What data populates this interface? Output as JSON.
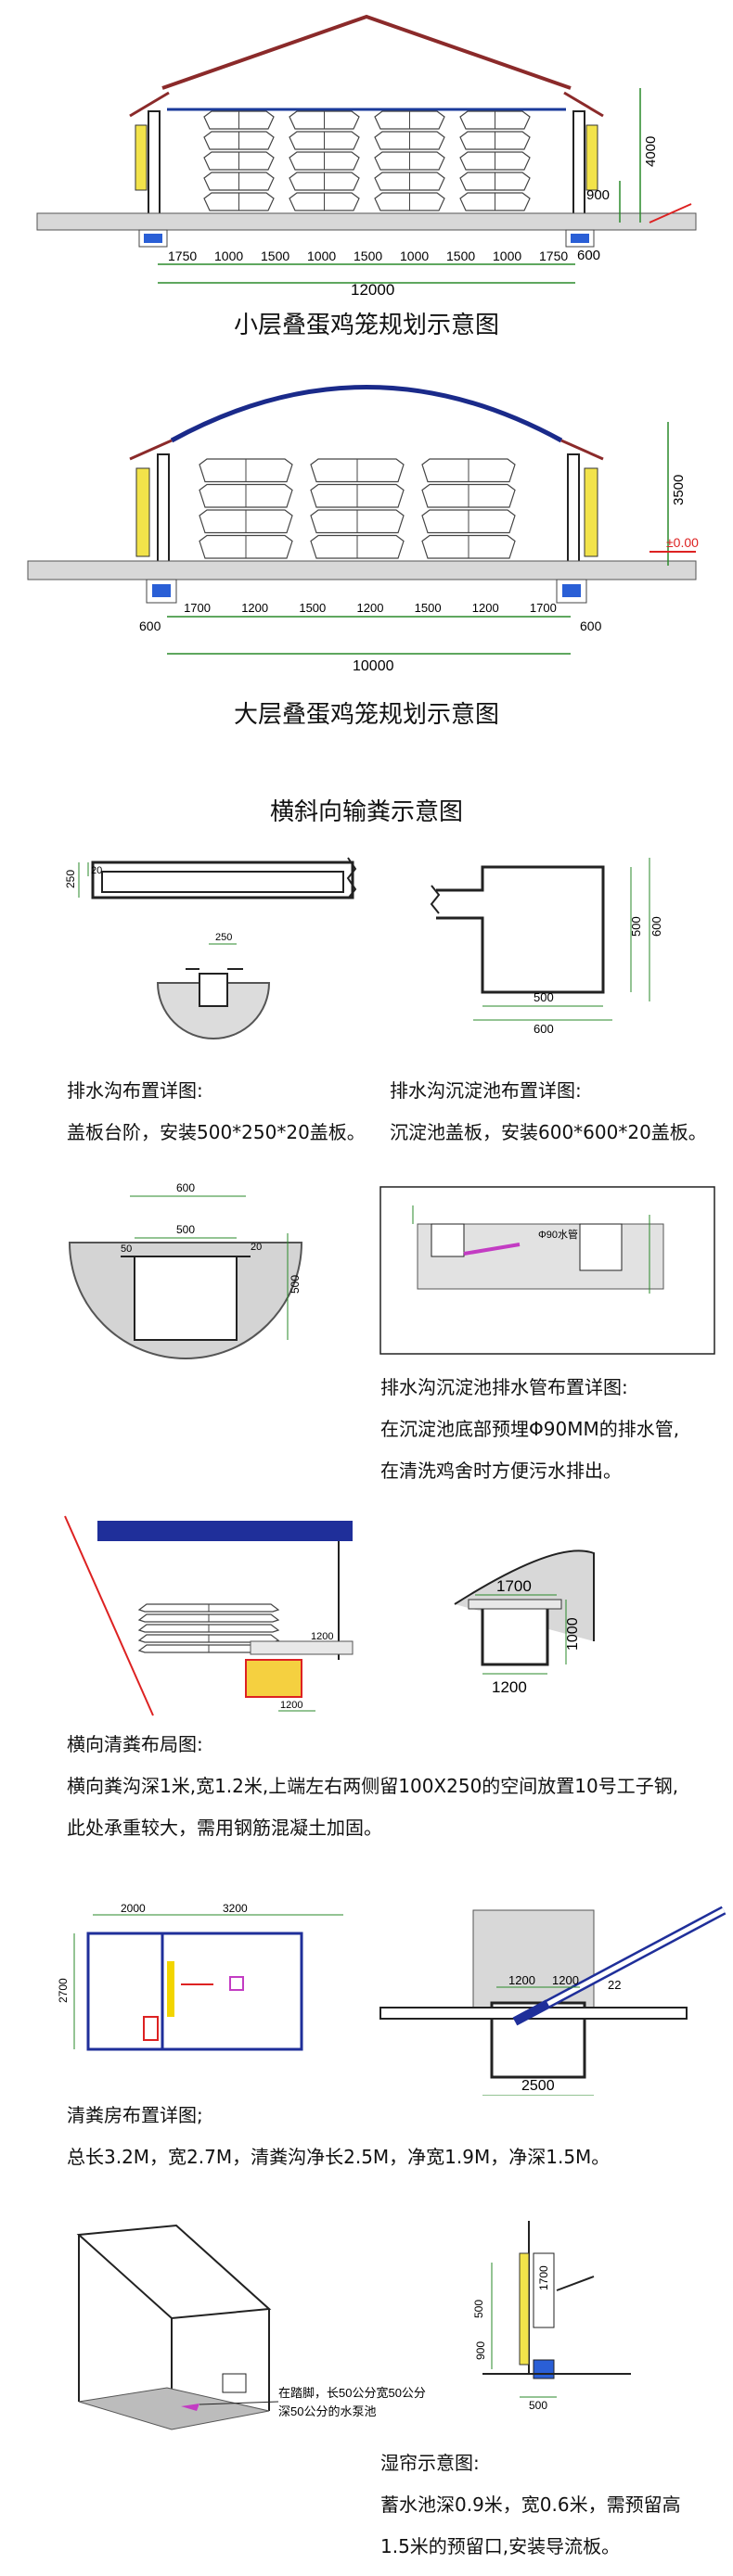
{
  "fig1": {
    "title": "小层叠蛋鸡笼规划示意图",
    "dims_bottom": [
      "1750",
      "1000",
      "1500",
      "1000",
      "1500",
      "1000",
      "1500",
      "1000",
      "1750"
    ],
    "total": "12000",
    "height": "4000",
    "side_h": "900",
    "side_w": "600"
  },
  "fig2": {
    "title": "大层叠蛋鸡笼规划示意图",
    "dims_bottom": [
      "1700",
      "1200",
      "1500",
      "1200",
      "1500",
      "1200",
      "1700"
    ],
    "total": "10000",
    "height": "3500",
    "side_w": "600",
    "level": "±0.00"
  },
  "fig3": {
    "title": "横斜向输粪示意图"
  },
  "ditch": {
    "title": "排水沟布置详图:",
    "desc": "盖板台阶，安装500*250*20盖板。",
    "d250": "250",
    "d20": "20",
    "d250b": "250"
  },
  "basin": {
    "title": "排水沟沉淀池布置详图:",
    "desc": "沉淀池盖板，安装600*600*20盖板。",
    "d500": "500",
    "d600": "600",
    "d500v": "500",
    "d600v": "600"
  },
  "basin2": {
    "d600": "600",
    "d500": "500",
    "d50": "50",
    "d20": "20",
    "d500v": "500"
  },
  "pipe": {
    "title": "排水沟沉淀池排水管布置详图:",
    "line1": "在沉淀池底部预埋Φ90MM的排水管,",
    "line2": "在清洗鸡舍时方便污水排出。",
    "pipe_label": "Φ90水管"
  },
  "clean": {
    "title": "横向清粪布局图:",
    "line1": "横向粪沟深1米,宽1.2米,上端左右两侧留100X250的空间放置10号工子钢,",
    "line2": "此处承重较大，需用钢筋混凝土加固。",
    "d1200": "1200",
    "d1200b": "1200",
    "d1700": "1700",
    "d1000": "1000",
    "d1200c": "1200"
  },
  "room": {
    "title": "清粪房布置详图;",
    "desc": "总长3.2M，宽2.7M，清粪沟净长2.5M，净宽1.9M，净深1.5M。",
    "d2000": "2000",
    "d3200": "3200",
    "d2700": "2700",
    "d1200": "1200",
    "d1200b": "1200",
    "d2500": "2500",
    "angle": "22"
  },
  "curtain": {
    "note_line1": "在踏脚，长50公分宽50公分",
    "note_line2": "深50公分的水泵池",
    "title": "湿帘示意图:",
    "line1": "蓄水池深0.9米，宽0.6米，需预留高",
    "line2": "1.5米的预留口,安装导流板。",
    "d1700": "1700",
    "d500": "500",
    "d900": "900",
    "d500b": "500"
  }
}
